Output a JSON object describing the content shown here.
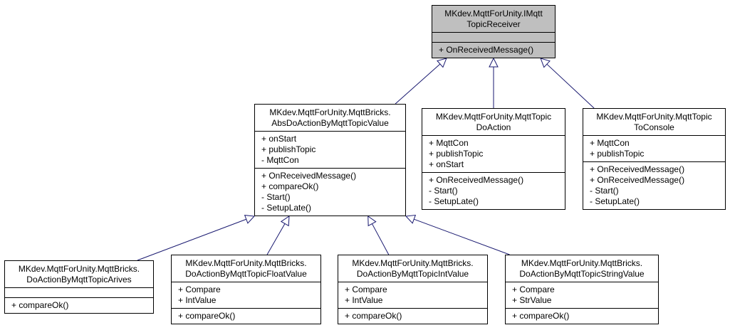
{
  "diagram": {
    "classes": [
      {
        "id": "imqtt",
        "title": [
          "MKdev.MqttForUnity.IMqtt",
          "TopicReceiver"
        ],
        "fields": [],
        "methods": [
          "+ OnReceivedMessage()"
        ],
        "highlight": true
      },
      {
        "id": "absdo",
        "title": [
          "MKdev.MqttForUnity.MqttBricks.",
          "AbsDoActionByMqttTopicValue"
        ],
        "fields": [
          "+ onStart",
          "+ publishTopic",
          "- MqttCon"
        ],
        "methods": [
          "+ OnReceivedMessage()",
          "+ compareOk()",
          "- Start()",
          "- SetupLate()"
        ]
      },
      {
        "id": "doaction",
        "title": [
          "MKdev.MqttForUnity.MqttTopic",
          "DoAction"
        ],
        "fields": [
          "+ MqttCon",
          "+ publishTopic",
          "+ onStart"
        ],
        "methods": [
          "+ OnReceivedMessage()",
          "- Start()",
          "- SetupLate()"
        ]
      },
      {
        "id": "toconsole",
        "title": [
          "MKdev.MqttForUnity.MqttTopic",
          "ToConsole"
        ],
        "fields": [
          "+ MqttCon",
          "+ publishTopic"
        ],
        "methods": [
          "+ OnReceivedMessage()",
          "+ OnReceivedMessage()",
          "- Start()",
          "- SetupLate()"
        ]
      },
      {
        "id": "arives",
        "title": [
          "MKdev.MqttForUnity.MqttBricks.",
          "DoActionByMqttTopicArives"
        ],
        "fields": [],
        "methods": [
          "+ compareOk()"
        ]
      },
      {
        "id": "floatv",
        "title": [
          "MKdev.MqttForUnity.MqttBricks.",
          "DoActionByMqttTopicFloatValue"
        ],
        "fields": [
          "+ Compare",
          "+ IntValue"
        ],
        "methods": [
          "+ compareOk()"
        ]
      },
      {
        "id": "intv",
        "title": [
          "MKdev.MqttForUnity.MqttBricks.",
          "DoActionByMqttTopicIntValue"
        ],
        "fields": [
          "+ Compare",
          "+ IntValue"
        ],
        "methods": [
          "+ compareOk()"
        ]
      },
      {
        "id": "strv",
        "title": [
          "MKdev.MqttForUnity.MqttBricks.",
          "DoActionByMqttTopicStringValue"
        ],
        "fields": [
          "+ Compare",
          "+ StrValue"
        ],
        "methods": [
          "+ compareOk()"
        ]
      }
    ],
    "edges": [
      {
        "from": "absdo",
        "to": "imqtt"
      },
      {
        "from": "doaction",
        "to": "imqtt"
      },
      {
        "from": "toconsole",
        "to": "imqtt"
      },
      {
        "from": "arives",
        "to": "absdo"
      },
      {
        "from": "floatv",
        "to": "absdo"
      },
      {
        "from": "intv",
        "to": "absdo"
      },
      {
        "from": "strv",
        "to": "absdo"
      }
    ],
    "colors": {
      "edge": "#191970",
      "highlight": "#bfbfbf",
      "border": "#000000"
    }
  }
}
